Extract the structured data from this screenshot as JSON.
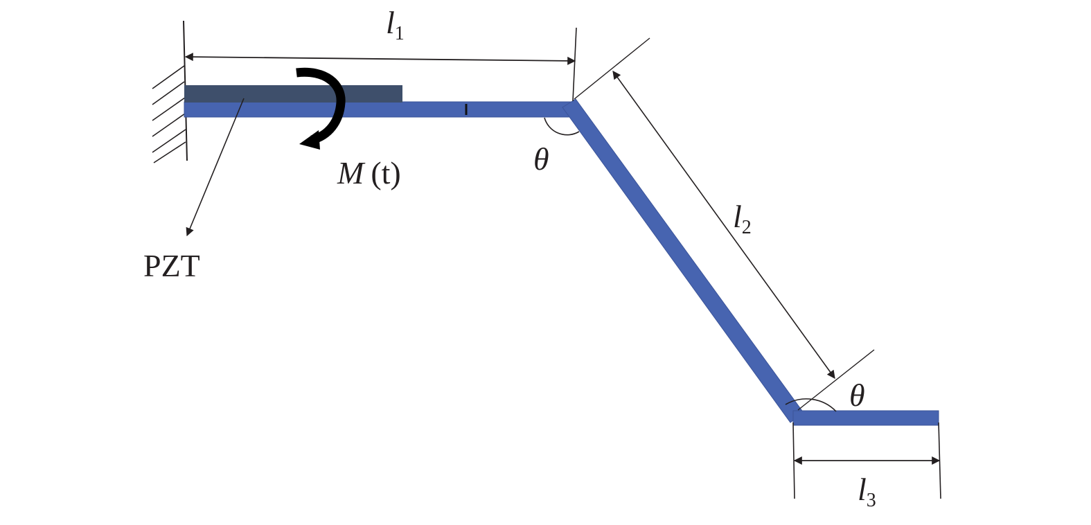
{
  "labels": {
    "l1": {
      "base": "l",
      "sub": "1"
    },
    "l2": {
      "base": "l",
      "sub": "2"
    },
    "l3": {
      "base": "l",
      "sub": "3"
    },
    "theta_top": "θ",
    "theta_bottom": "θ",
    "moment": {
      "symbol": "M",
      "arg": "(t)"
    },
    "pzt": "PZT"
  },
  "colors": {
    "beam": "#4764b0",
    "pzt_patch": "#3e4f6b",
    "line": "#231f20",
    "background": "#ffffff"
  },
  "icons": {
    "moment": "curved-arrow-icon",
    "support": "fixed-wall-hatch-icon"
  }
}
